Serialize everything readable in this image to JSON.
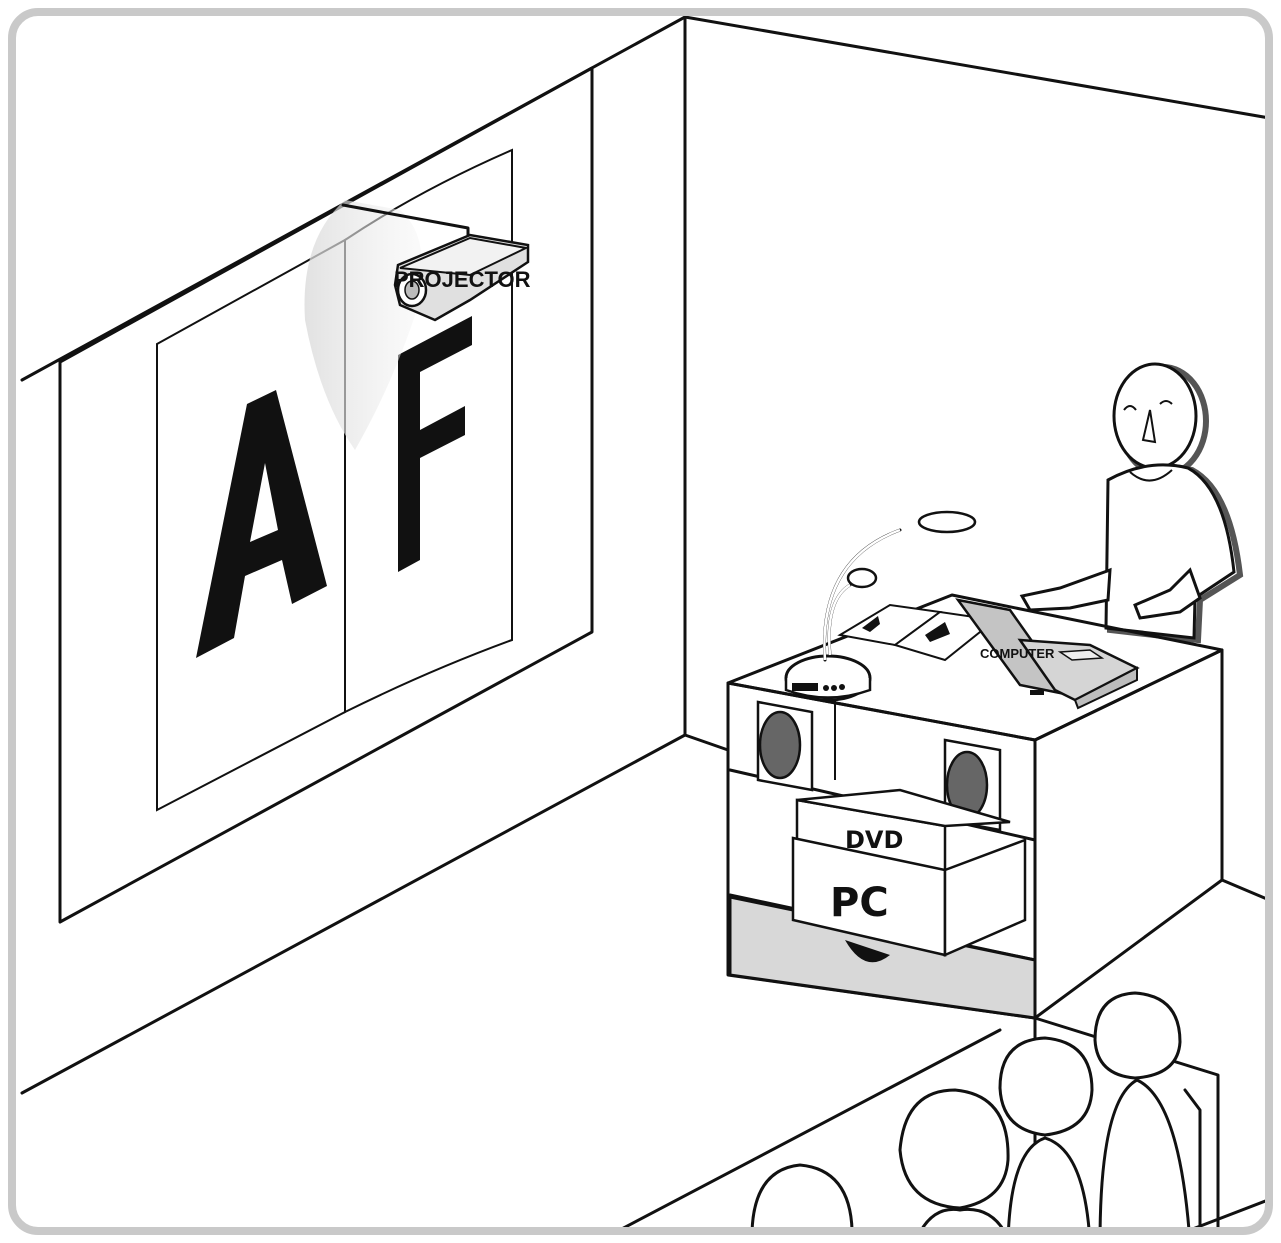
{
  "labels": {
    "projector": "PROJECTOR",
    "computer": "COMPUTER",
    "dvd": "DVD",
    "pc": "PC"
  },
  "screen_letters": {
    "left": "A",
    "right": "F"
  },
  "colors": {
    "frame": "#c9c9c9",
    "ink": "#111111",
    "speaker_cone": "#666666",
    "drawer": "#d8d8d8",
    "projector_body": "#e0e0e0",
    "laptop": "#c4c4c4"
  }
}
